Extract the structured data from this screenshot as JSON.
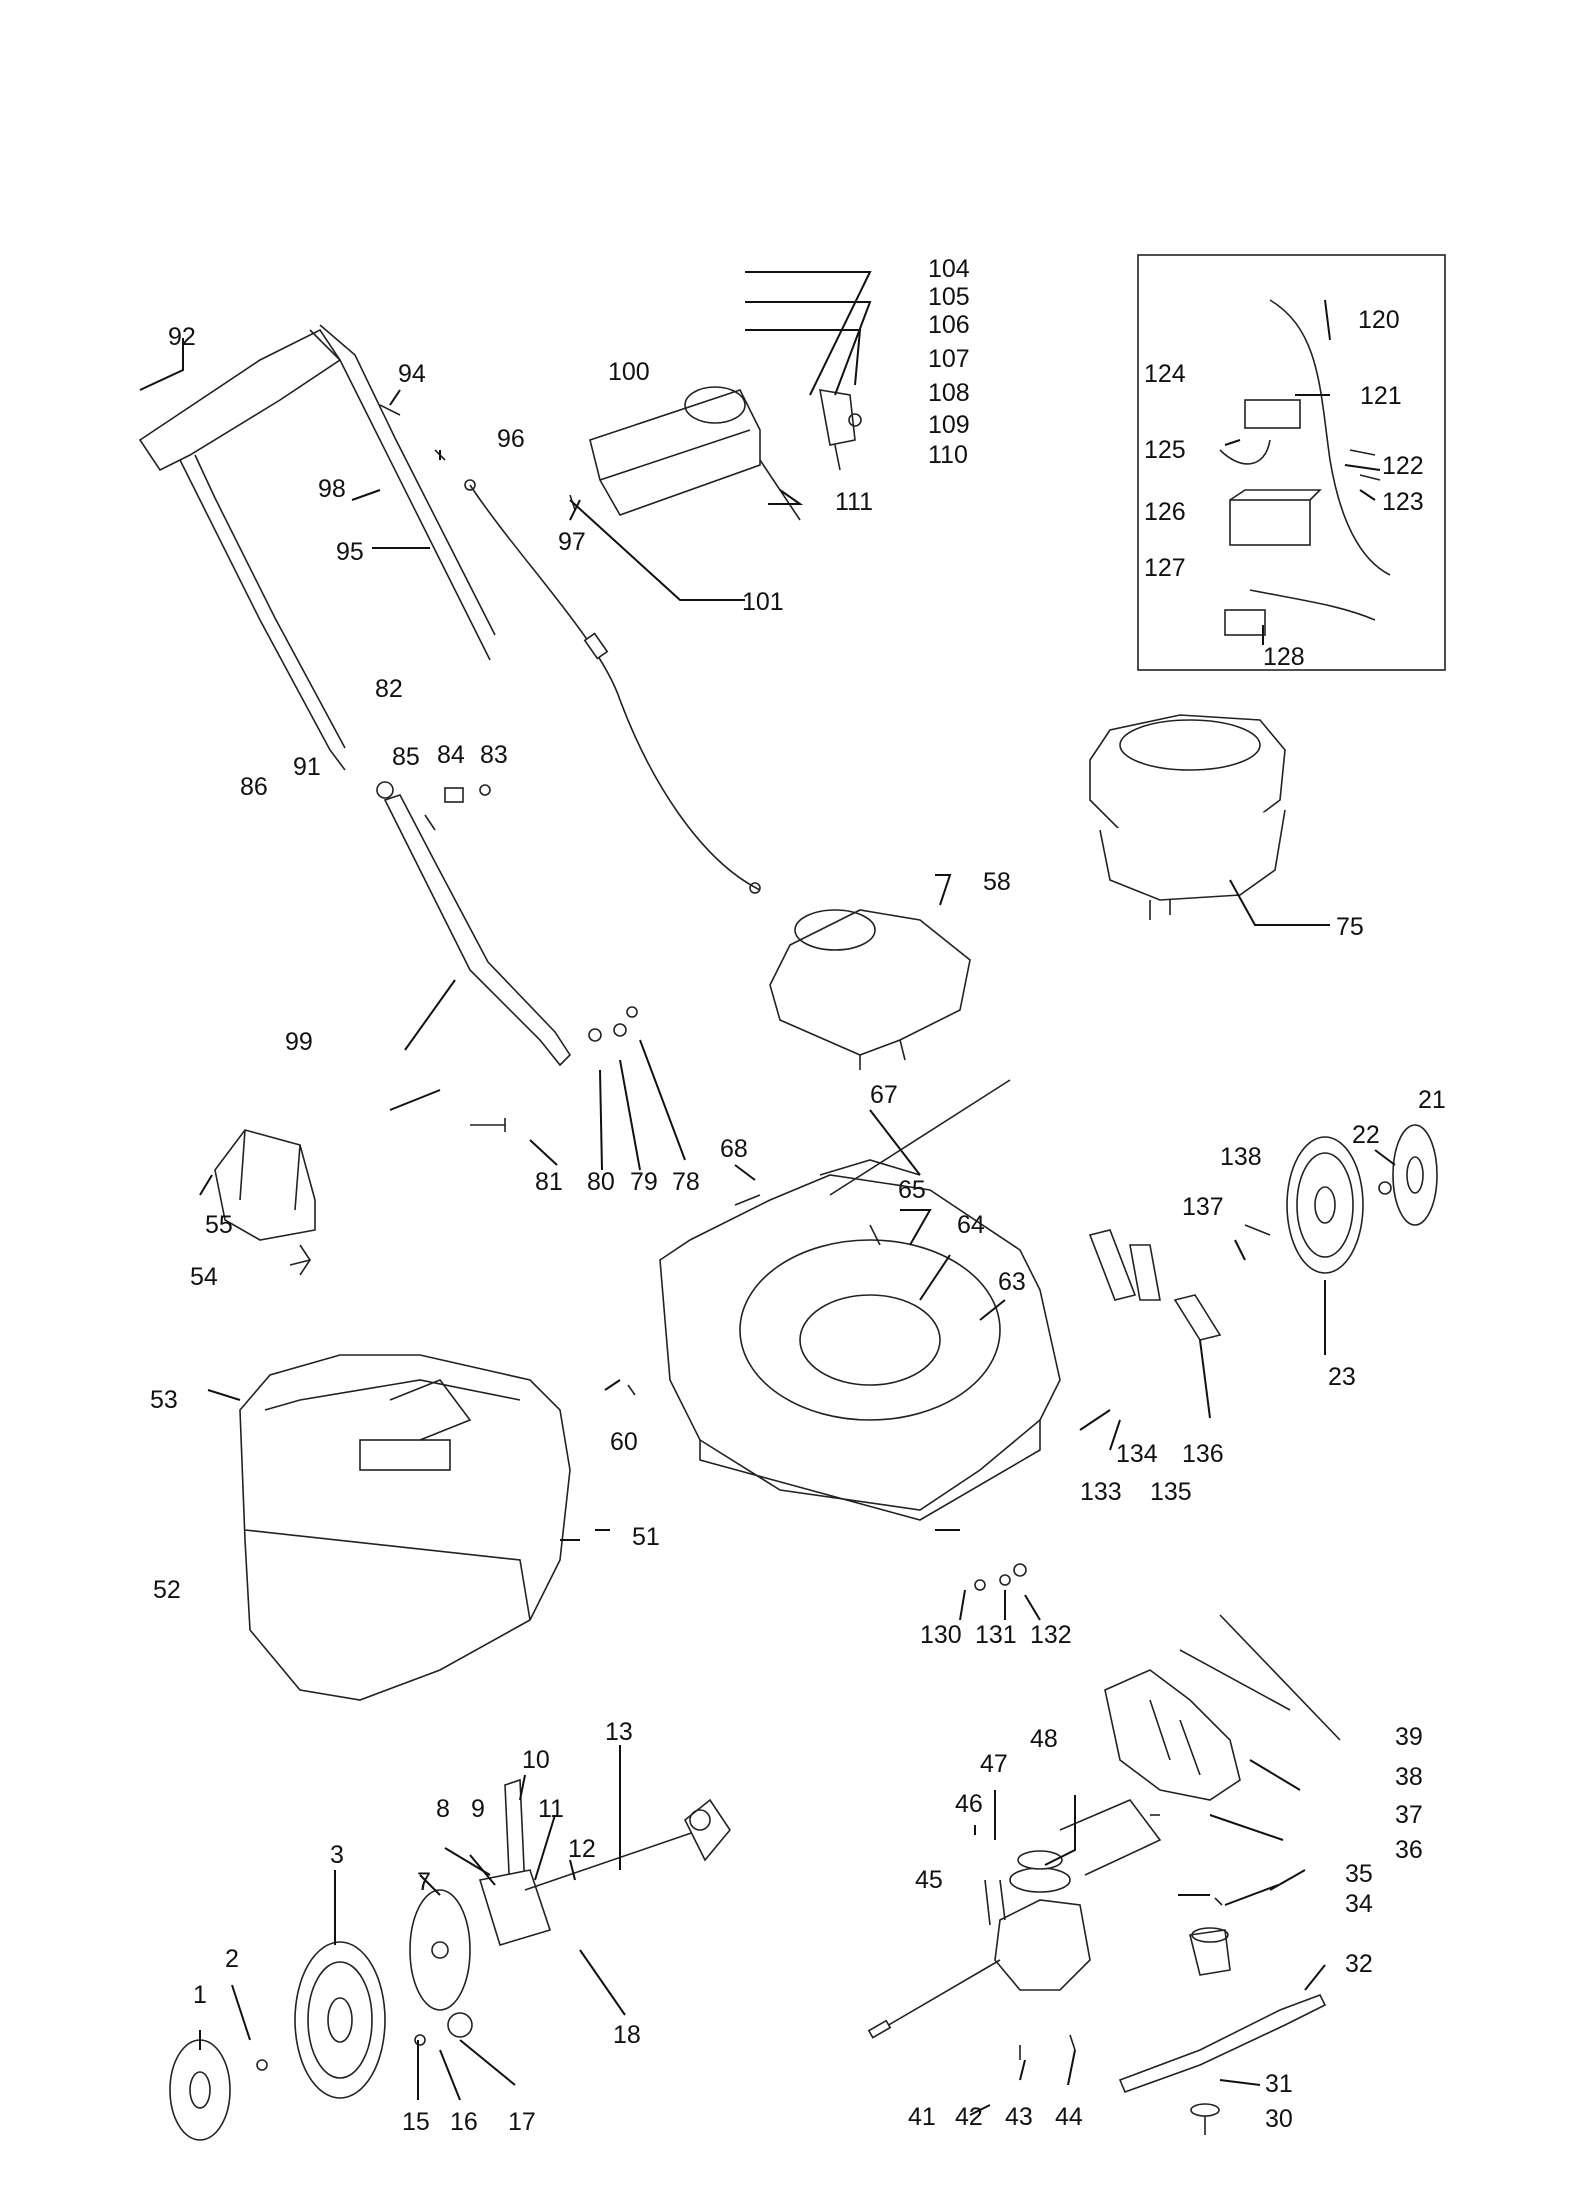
{
  "diagram": {
    "labels": {
      "n1": "1",
      "n2": "2",
      "n3": "3",
      "n7": "7",
      "n8": "8",
      "n9": "9",
      "n10": "10",
      "n11": "11",
      "n12": "12",
      "n13": "13",
      "n15": "15",
      "n16": "16",
      "n17": "17",
      "n18": "18",
      "n21": "21",
      "n22": "22",
      "n23": "23",
      "n30": "30",
      "n31": "31",
      "n32": "32",
      "n34": "34",
      "n35": "35",
      "n36": "36",
      "n37": "37",
      "n38": "38",
      "n39": "39",
      "n41": "41",
      "n42": "42",
      "n43": "43",
      "n44": "44",
      "n45": "45",
      "n46": "46",
      "n47": "47",
      "n48": "48",
      "n51": "51",
      "n52": "52",
      "n53": "53",
      "n54": "54",
      "n55": "55",
      "n58": "58",
      "n60": "60",
      "n63": "63",
      "n64": "64",
      "n65": "65",
      "n67": "67",
      "n68": "68",
      "n75": "75",
      "n78": "78",
      "n79": "79",
      "n80": "80",
      "n81": "81",
      "n82": "82",
      "n83": "83",
      "n84": "84",
      "n85": "85",
      "n86": "86",
      "n91": "91",
      "n92": "92",
      "n94": "94",
      "n95": "95",
      "n96": "96",
      "n97": "97",
      "n98": "98",
      "n99": "99",
      "n100": "100",
      "n101": "101",
      "n104": "104",
      "n105": "105",
      "n106": "106",
      "n107": "107",
      "n108": "108",
      "n109": "109",
      "n110": "110",
      "n111": "111",
      "n120": "120",
      "n121": "121",
      "n122": "122",
      "n123": "123",
      "n124": "124",
      "n125": "125",
      "n126": "126",
      "n127": "127",
      "n128": "128",
      "n130": "130",
      "n131": "131",
      "n132": "132",
      "n133": "133",
      "n134": "134",
      "n135": "135",
      "n136": "136",
      "n137": "137",
      "n138": "138"
    }
  }
}
